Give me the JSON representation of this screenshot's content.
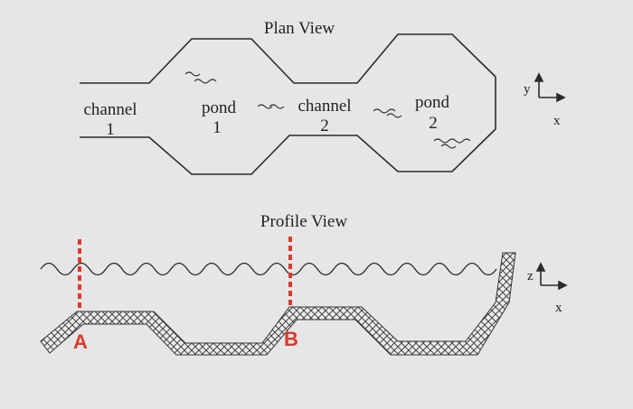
{
  "plan": {
    "title": "Plan View",
    "channel1": {
      "name": "channel",
      "num": "1"
    },
    "pond1": {
      "name": "pond",
      "num": "1"
    },
    "channel2": {
      "name": "channel",
      "num": "2"
    },
    "pond2": {
      "name": "pond",
      "num": "2"
    }
  },
  "profile": {
    "title": "Profile View",
    "point_a": "A",
    "point_b": "B"
  },
  "axes": {
    "plan": {
      "vertical": "y",
      "horizontal": "x"
    },
    "profile": {
      "vertical": "z",
      "horizontal": "x"
    }
  },
  "colors": {
    "line": "#2a2a2a",
    "marker": "#d93a2b",
    "background": "#e6e6e6"
  }
}
